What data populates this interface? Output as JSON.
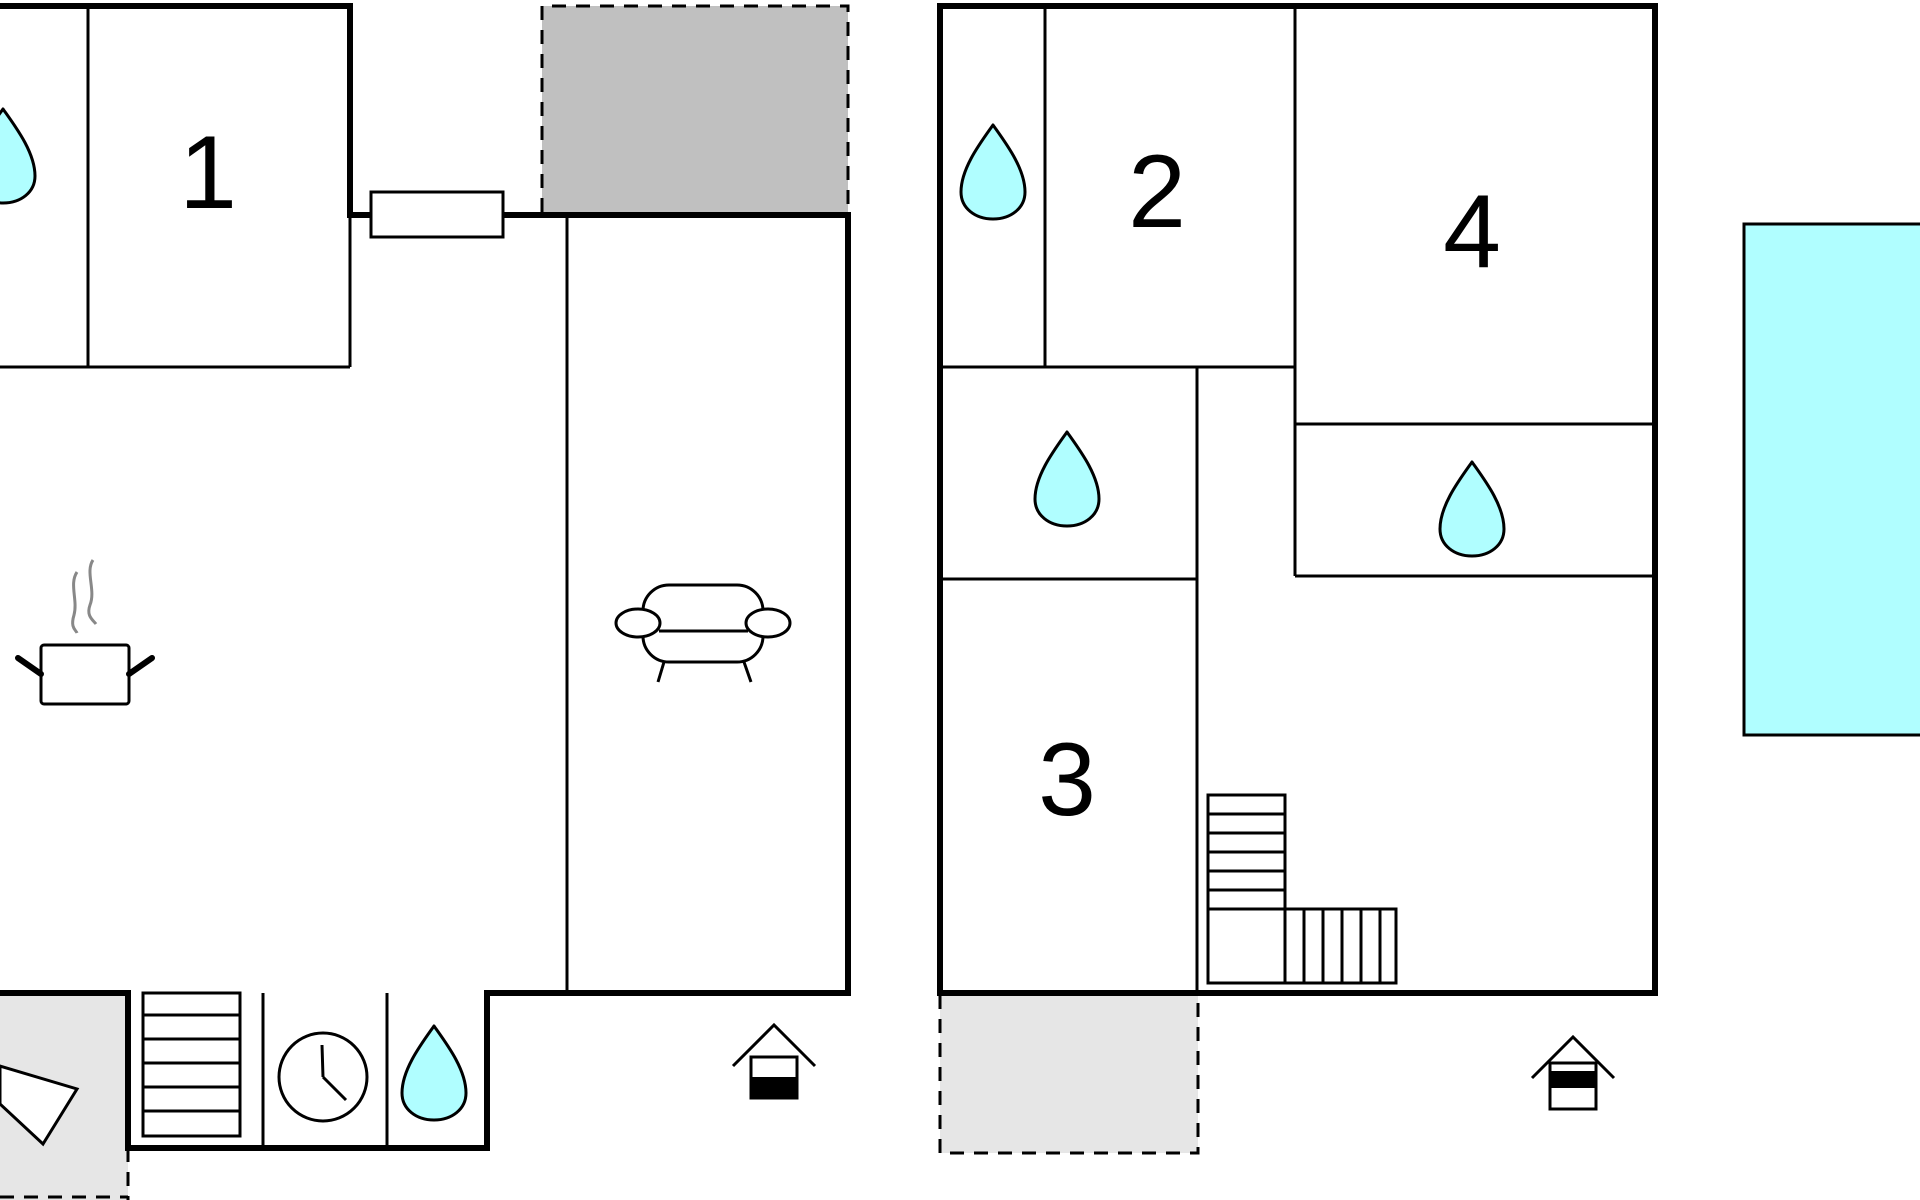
{
  "rooms": {
    "room_1": "1",
    "room_2": "2",
    "room_3": "3",
    "room_4": "4"
  },
  "icons": {
    "water": "water-drop-icon",
    "kitchen": "cooking-pot-icon",
    "living": "sofa-icon",
    "stairs": "stairs-icon",
    "sauna": "clock-icon",
    "entrance": "house-entrance-icon",
    "pool": "pool-icon"
  },
  "colors": {
    "water": "#b0feff",
    "wall": "#000000",
    "terrace_dark": "#c0c0c0",
    "terrace_light": "#e6e6e6",
    "pool": "#b0feff"
  }
}
